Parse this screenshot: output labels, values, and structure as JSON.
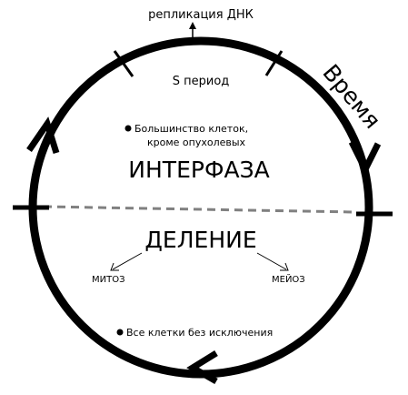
{
  "diagram": {
    "replication_label": "репликация ДНК",
    "s_period_label": "S период",
    "interphase_note_line1": "Большинство клеток,",
    "interphase_note_line2": "кроме опухолевых",
    "interphase_label": "ИНТЕРФАЗА",
    "division_label": "ДЕЛЕНИЕ",
    "mitosis_label": "МИТОЗ",
    "meiosis_label": "МЕЙОЗ",
    "division_note": "Все клетки без исключения",
    "time_label": "Время",
    "colors": {
      "stroke": "#000000",
      "divider": "#808080",
      "background": "#ffffff"
    }
  }
}
